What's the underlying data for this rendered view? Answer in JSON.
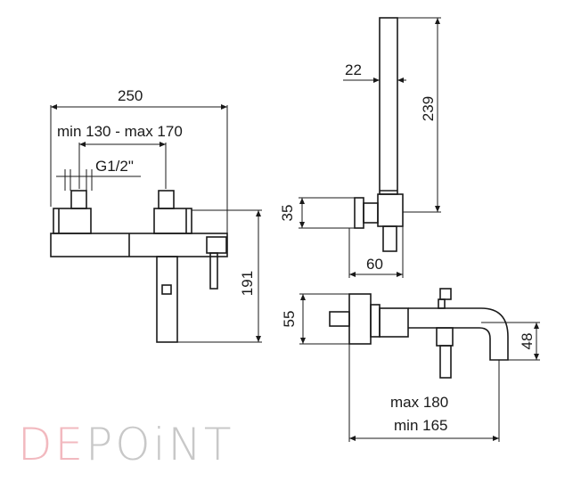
{
  "dimensions": {
    "width_total": "250",
    "centers_range": "min 130 - max 170",
    "thread": "G1/2\"",
    "height_body": "191",
    "shower_offset": "22",
    "shower_height": "239",
    "holder_depth": "35",
    "holder_width": "60",
    "spout_depth": "55",
    "spout_height": "48",
    "spout_max": "max 180",
    "spout_min": "min 165"
  },
  "logo": {
    "part1": "DE",
    "part2": "POiNT"
  },
  "colors": {
    "line": "#1a1a1a",
    "logo_pink": "#f2b9bf",
    "logo_gray": "#c8c8c8"
  }
}
